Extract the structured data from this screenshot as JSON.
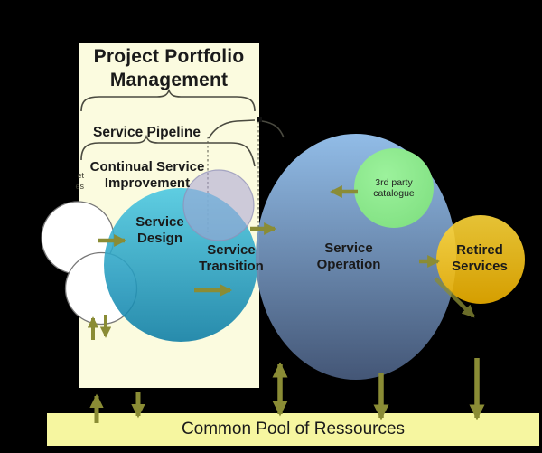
{
  "colors": {
    "background": "#000000",
    "panel_ivory": "#fbfbdf",
    "bar_yellow": "#f6f6a0",
    "teal_top": "#49c7e2",
    "teal_bottom": "#0b7ca5",
    "blue_top": "#96c2ee",
    "blue_bottom": "#46597a",
    "green": "#8ceb8c",
    "gold_top": "#ffd83c",
    "gold_bottom": "#edb000",
    "lavender": "#a7a2d4",
    "arrow_olive": "#8a8c35",
    "line_gray": "#4a4a40"
  },
  "panel": {
    "title_line1": "Project Portfolio",
    "title_line2": "Management",
    "pipeline_label": "Service Pipeline",
    "csi_line1": "Continual Service",
    "csi_line2": "Improvement",
    "clipped_line1": "et",
    "clipped_line2": "es"
  },
  "nodes": {
    "service_design": {
      "line1": "Service",
      "line2": "Design"
    },
    "service_transition": {
      "line1": "Service",
      "line2": "Transition"
    },
    "service_operation": {
      "line1": "Service",
      "line2": "Operation"
    },
    "third_party_catalogue": {
      "line1": "3rd party",
      "line2": "catalogue"
    },
    "retired_services": {
      "line1": "Retired",
      "line2": "Services"
    }
  },
  "bottom_bar": {
    "label": "Common Pool of Ressources"
  }
}
